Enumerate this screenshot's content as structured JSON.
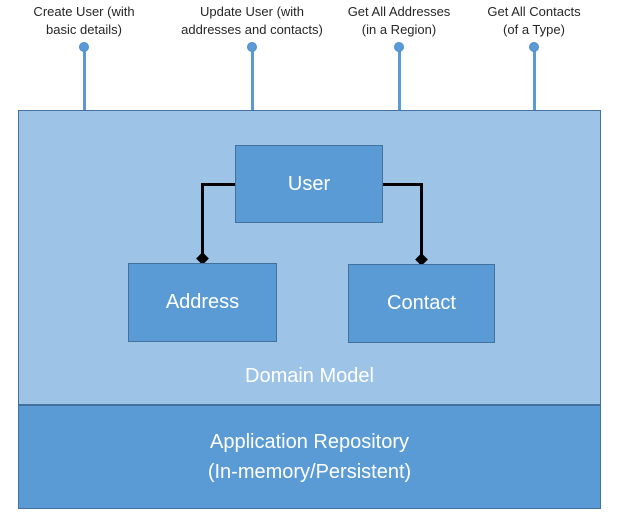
{
  "diagram": {
    "callouts": [
      {
        "line1": "Create User (with",
        "line2": "basic details)"
      },
      {
        "line1": "Update User (with",
        "line2": "addresses and contacts)"
      },
      {
        "line1": "Get All Addresses",
        "line2": "(in a Region)"
      },
      {
        "line1": "Get All Contacts",
        "line2": "(of a Type)"
      }
    ],
    "domain_model": {
      "label": "Domain Model"
    },
    "entities": {
      "user": "User",
      "address": "Address",
      "contact": "Contact"
    },
    "repository": {
      "line1": "Application Repository",
      "line2": "(In-memory/Persistent)"
    },
    "colors": {
      "container_fill": "#9dc3e6",
      "box_fill": "#5b9bd5",
      "border": "#41719c",
      "connector": "#000000",
      "pin": "#5b9bd5",
      "label_text": "#262626",
      "white_text": "#ffffff"
    }
  }
}
